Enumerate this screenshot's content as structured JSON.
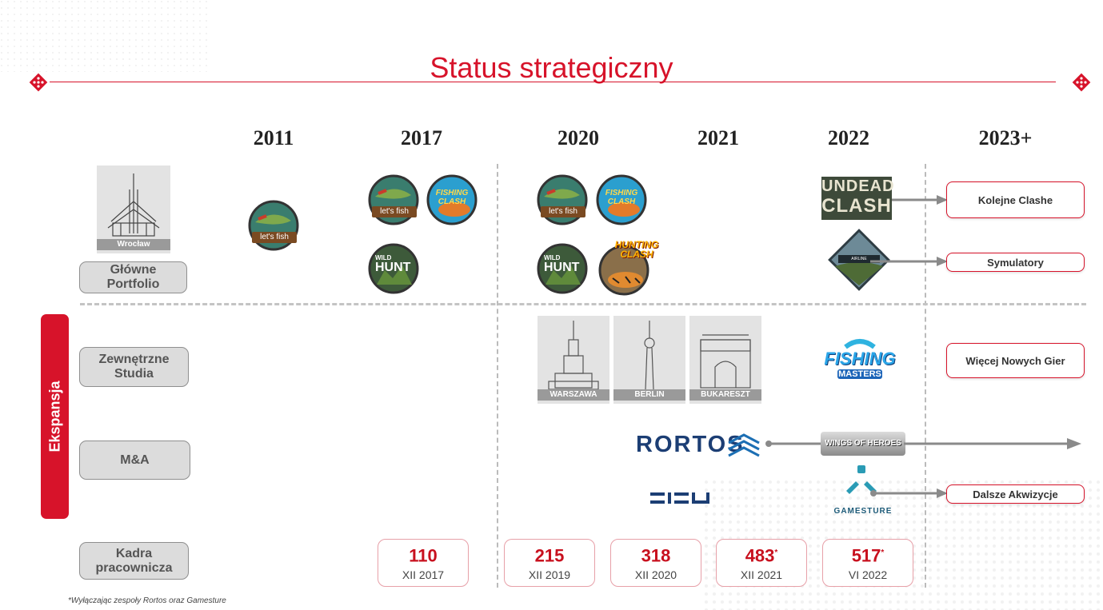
{
  "title": "Status strategiczny",
  "years": [
    "2011",
    "2017",
    "2020",
    "2021",
    "2022",
    "2023+"
  ],
  "rows": {
    "glowne": "Główne Portfolio",
    "zewnetrzne": "Zewnętrzne Studia",
    "ma": "M&A",
    "kadra": "Kadra pracownicza"
  },
  "ekspansja": "Ekspansja",
  "hq_city": "Wrocław",
  "games": {
    "lets_fish": "let's fish",
    "fishing_clash": "FISHING CLASH",
    "wild_hunt_1": "WILD",
    "wild_hunt_2": "HUNT",
    "hunting_clash": "HUNTING CLASH",
    "undead_1": "UNDEAD",
    "undead_2": "CLASH",
    "fishing_masters_1": "FISHING",
    "fishing_masters_2": "MASTERS",
    "airline": "AIRLINE COMMANDER",
    "wings": "WINGS OF HEROES"
  },
  "cities": [
    "WARSZAWA",
    "BERLIN",
    "BUKARESZT"
  ],
  "companies": {
    "rortos": "RORTOS",
    "gamesture": "GAMESTURE"
  },
  "future": {
    "clashe": "Kolejne Clashe",
    "symulatory": "Symulatory",
    "nowe_gry": "Więcej Nowych Gier",
    "akwizycje": "Dalsze Akwizycje"
  },
  "staff": [
    {
      "num": "110",
      "star": "",
      "date": "XII 2017"
    },
    {
      "num": "215",
      "star": "",
      "date": "XII 2019"
    },
    {
      "num": "318",
      "star": "",
      "date": "XII 2020"
    },
    {
      "num": "483",
      "star": "*",
      "date": "XII 2021"
    },
    {
      "num": "517",
      "star": "*",
      "date": "VI 2022"
    }
  ],
  "footnote": "*Wyłączając zespoły Rortos oraz Gamesture",
  "colors": {
    "accent": "#d7132a",
    "label_bg": "#dcdcdc",
    "staff_num": "#c8101e"
  }
}
